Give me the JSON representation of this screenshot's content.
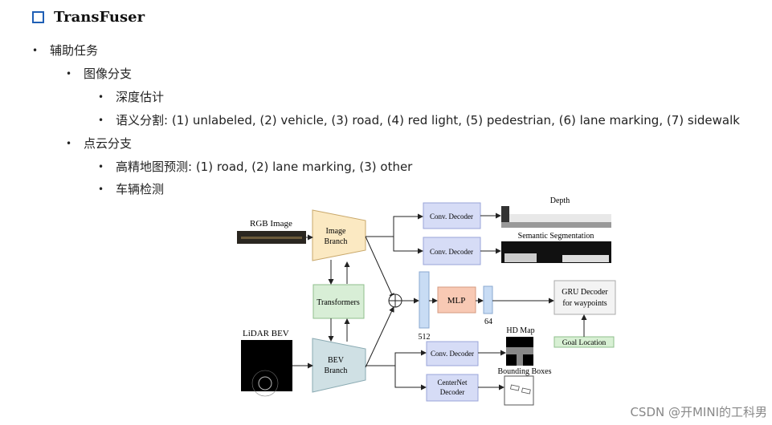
{
  "slide": {
    "title": "TransFuser",
    "bullets": {
      "aux": "辅助任务",
      "image_branch": "图像分支",
      "depth": "深度估计",
      "semantic": "语义分割:  (1) unlabeled, (2) vehicle, (3) road, (4) red light, (5) pedestrian, (6) lane marking, (7) sidewalk",
      "point_branch": "点云分支",
      "hd_map": "高精地图预测:  (1) road, (2) lane marking, (3) other",
      "vehicle_det": "车辆检测"
    }
  },
  "diagram": {
    "rgb_label": "RGB Image",
    "lidar_label": "LiDAR BEV",
    "image_branch": [
      "Image",
      "Branch"
    ],
    "bev_branch": [
      "BEV",
      "Branch"
    ],
    "transformers": "Transformers",
    "conv_decoder": "Conv. Decoder",
    "centernet": [
      "CenterNet",
      "Decoder"
    ],
    "mlp": "MLP",
    "dim_512": "512",
    "dim_64": "64",
    "gru": [
      "GRU Decoder",
      "for waypoints"
    ],
    "goal": "Goal Location",
    "depth": "Depth",
    "semseg": "Semantic Segmentation",
    "hdmap": "HD Map",
    "bboxes": "Bounding Boxes"
  },
  "watermark": "CSDN @开MINI的工科男",
  "colors": {
    "title_icon": "#1f5fb5",
    "image_branch_fill": "#fbe9c2",
    "bev_branch_fill": "#cfe0e4",
    "transformer_fill": "#d8eed6",
    "decoder_fill": "#d6dcf6",
    "mlp_fill": "#f8c9b4",
    "feature_fill": "#c8dcf4",
    "goal_fill": "#d8f0d4"
  }
}
